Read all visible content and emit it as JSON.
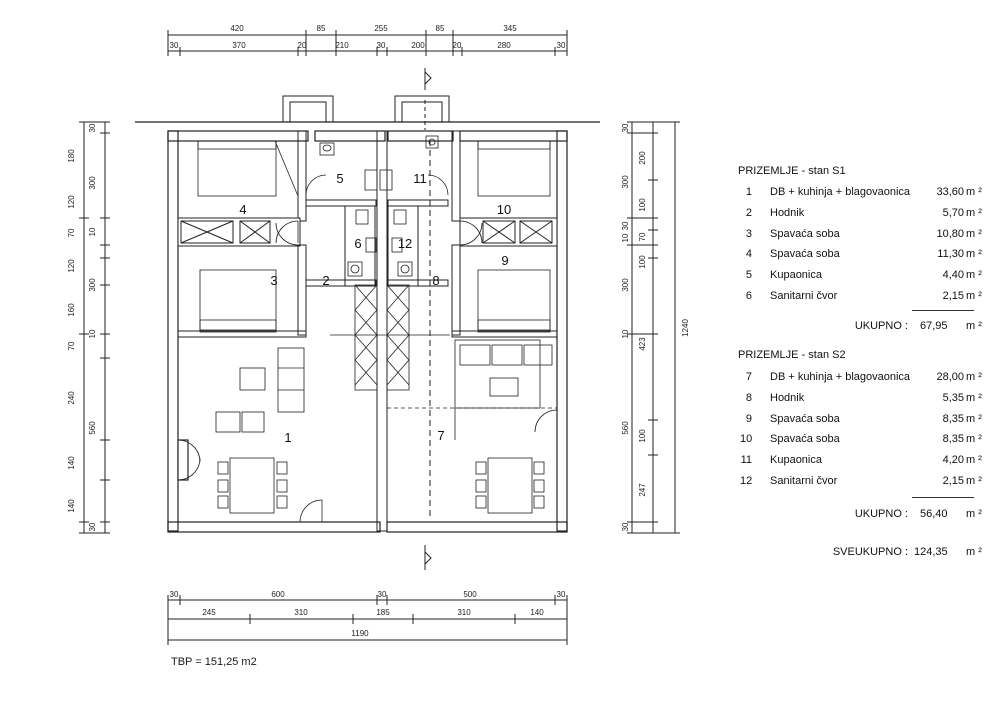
{
  "dims_top_row1": [
    "420",
    "85",
    "255",
    "85",
    "345"
  ],
  "dims_top_row2": [
    "30",
    "370",
    "20",
    "210",
    "30",
    "200",
    "20",
    "280",
    "30"
  ],
  "dims_bottom_row1": [
    "30",
    "600",
    "30",
    "500",
    "30"
  ],
  "dims_bottom_row2": [
    "245",
    "310",
    "185",
    "310",
    "140"
  ],
  "dims_bottom_total": "1190",
  "dims_left_row1": [
    "30",
    "180",
    "300",
    "120",
    "70",
    "10",
    "120",
    "300",
    "160",
    "10",
    "70",
    "240",
    "560",
    "140",
    "140",
    "30"
  ],
  "dims_right_row1": [
    "30",
    "300",
    "30",
    "10",
    "300",
    "10",
    "560",
    "30"
  ],
  "dims_right_row2": [
    "200",
    "100",
    "70",
    "100",
    "423",
    "100",
    "247"
  ],
  "dims_right_total": "1240",
  "room_labels": [
    "1",
    "2",
    "3",
    "4",
    "5",
    "6",
    "7",
    "8",
    "9",
    "10",
    "11",
    "12"
  ],
  "unit_s1": {
    "title": "PRIZEMLJE - stan S1",
    "rows": [
      {
        "no": "1",
        "name": "DB + kuhinja + blagovaonica",
        "area": "33,60",
        "unit": "m ²"
      },
      {
        "no": "2",
        "name": "Hodnik",
        "area": "5,70",
        "unit": "m ²"
      },
      {
        "no": "3",
        "name": "Spavaća soba",
        "area": "10,80",
        "unit": "m ²"
      },
      {
        "no": "4",
        "name": "Spavaća soba",
        "area": "11,30",
        "unit": "m ²"
      },
      {
        "no": "5",
        "name": "Kupaonica",
        "area": "4,40",
        "unit": "m ²"
      },
      {
        "no": "6",
        "name": "Sanitarni čvor",
        "area": "2,15",
        "unit": "m ²"
      }
    ],
    "total_label": "UKUPNO :",
    "total_value": "67,95",
    "total_unit": "m ²"
  },
  "unit_s2": {
    "title": "PRIZEMLJE - stan S2",
    "rows": [
      {
        "no": "7",
        "name": "DB + kuhinja + blagovaonica",
        "area": "28,00",
        "unit": "m ²"
      },
      {
        "no": "8",
        "name": "Hodnik",
        "area": "5,35",
        "unit": "m ²"
      },
      {
        "no": "9",
        "name": "Spavaća soba",
        "area": "8,35",
        "unit": "m ²"
      },
      {
        "no": "10",
        "name": "Spavaća soba",
        "area": "8,35",
        "unit": "m ²"
      },
      {
        "no": "11",
        "name": "Kupaonica",
        "area": "4,20",
        "unit": "m ²"
      },
      {
        "no": "12",
        "name": "Sanitarni čvor",
        "area": "2,15",
        "unit": "m ²"
      }
    ],
    "total_label": "UKUPNO :",
    "total_value": "56,40",
    "total_unit": "m ²"
  },
  "grand_total": {
    "label": "SVEUKUPNO :",
    "value": "124,35",
    "unit": "m ²"
  },
  "tbp": "TBP = 151,25 m2"
}
